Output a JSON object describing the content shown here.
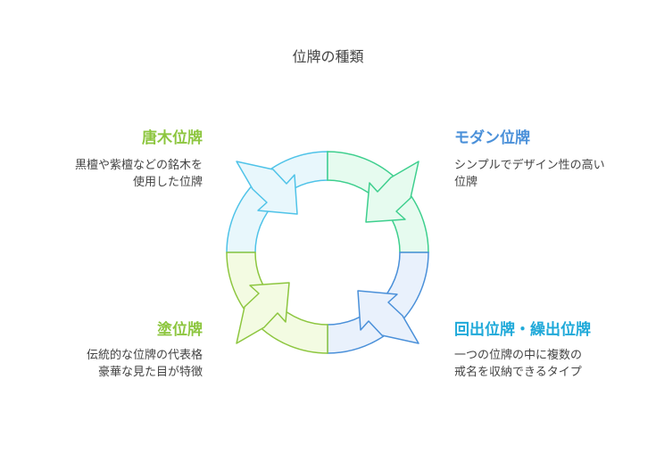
{
  "title": "位牌の種類",
  "items": [
    {
      "heading": "唐木位牌",
      "desc": [
        "黒檀や紫檀などの銘木を",
        "使用した位牌"
      ],
      "color": "#8dc63f",
      "fill": "#e8f7fc",
      "stroke": "#4fc3e8"
    },
    {
      "heading": "モダン位牌",
      "desc": [
        "シンプルでデザイン性の高い",
        "位牌"
      ],
      "color": "#4a90d9",
      "fill": "#e6fbef",
      "stroke": "#3ecf8e"
    },
    {
      "heading": "塗位牌",
      "desc": [
        "伝統的な位牌の代表格",
        "豪華な見た目が特徴"
      ],
      "color": "#8dc63f",
      "fill": "#f3fbe2",
      "stroke": "#8dc63f"
    },
    {
      "heading": "回出位牌・繰出位牌",
      "desc": [
        "一つの位牌の中に複数の",
        "戒名を収納できるタイプ"
      ],
      "color": "#1fa9d9",
      "fill": "#e9f1fc",
      "stroke": "#4a90d9"
    }
  ]
}
